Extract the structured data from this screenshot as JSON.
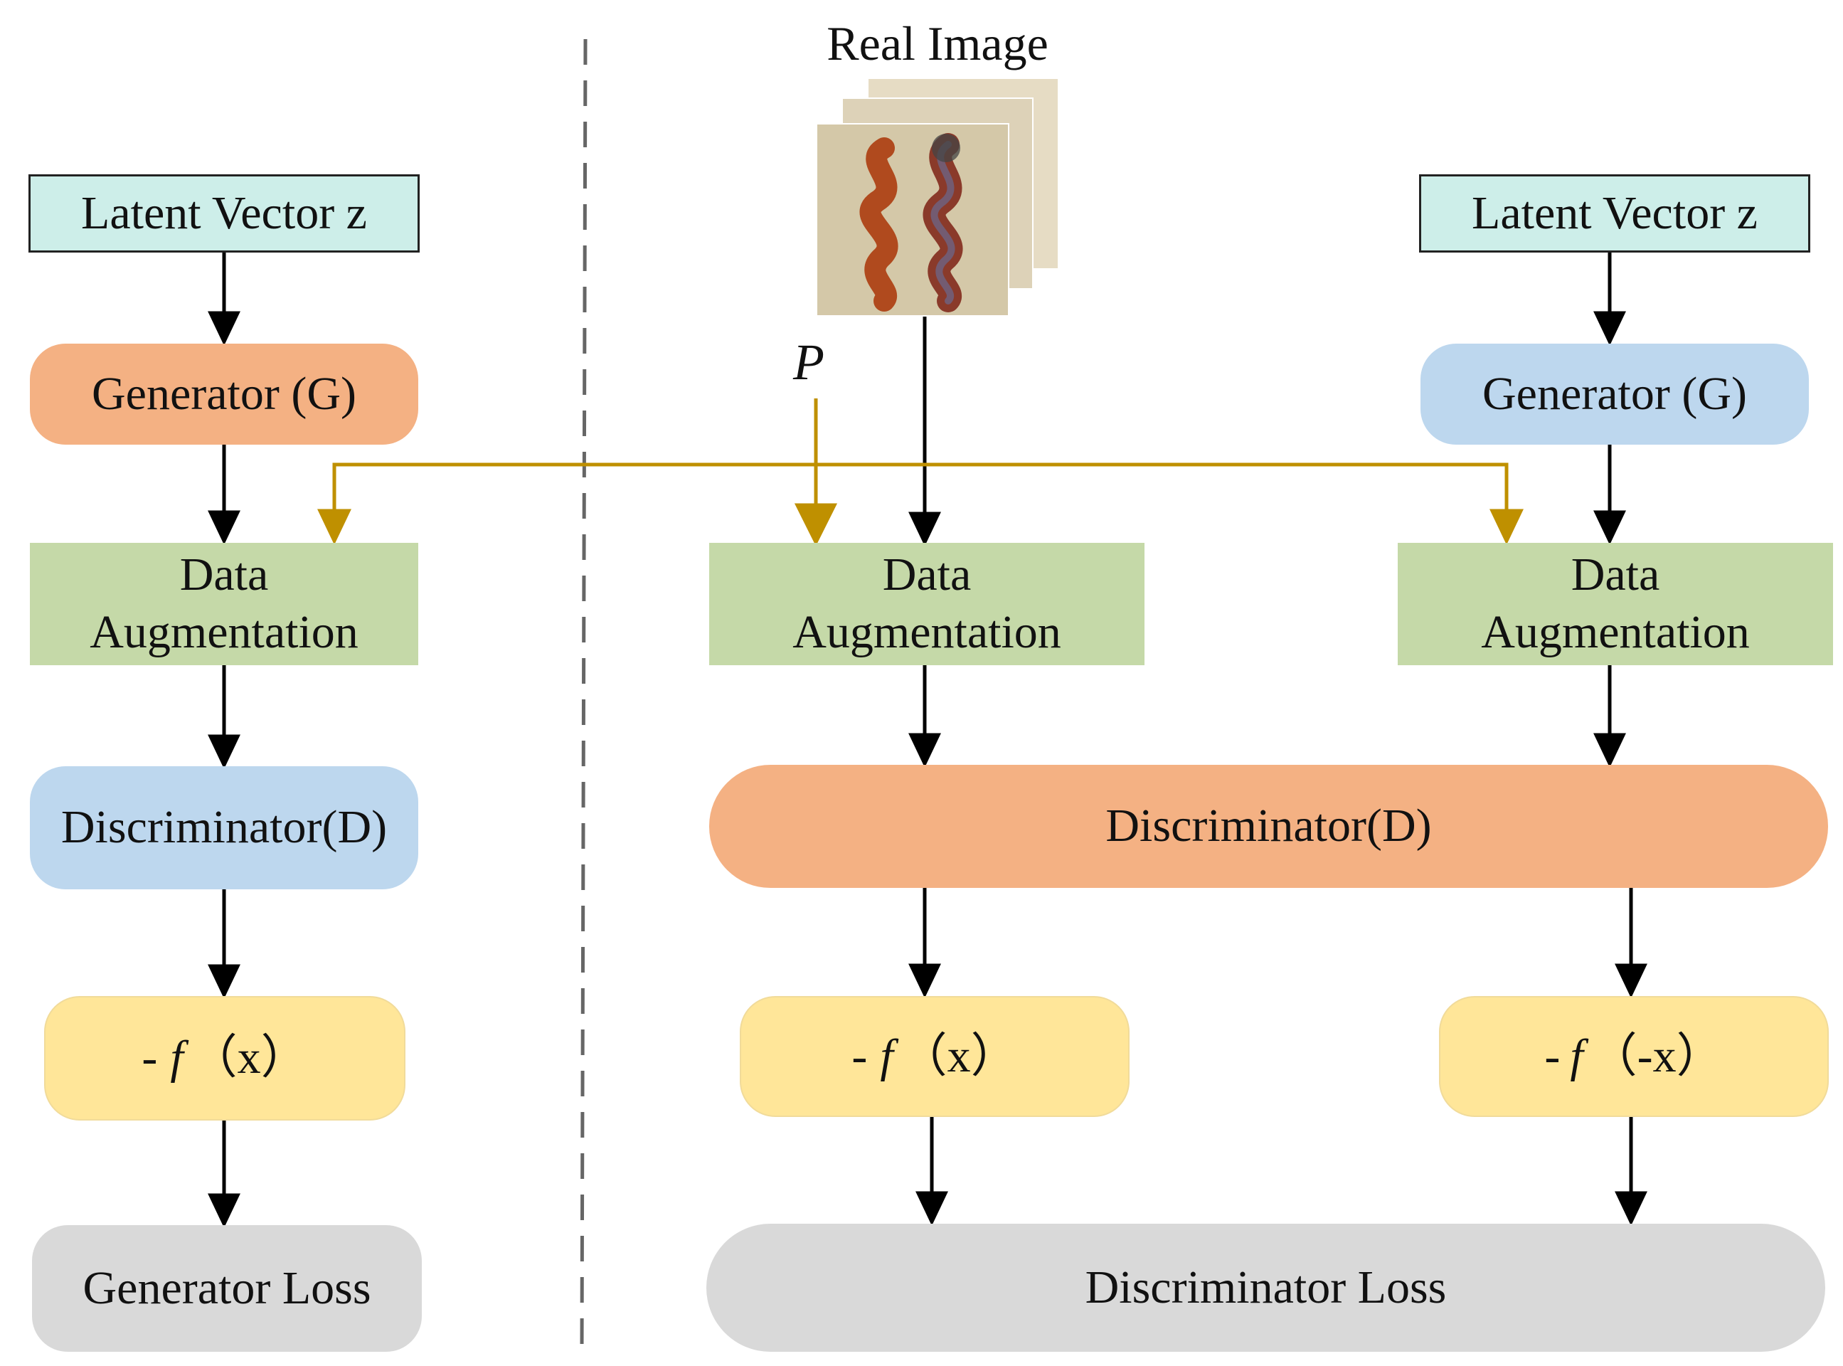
{
  "left": {
    "latent": "Latent Vector z",
    "generator": "Generator (G)",
    "augmentation": [
      "Data",
      "Augmentation"
    ],
    "discriminator": "Discriminator(D)",
    "f_minus": "-",
    "f_symbol": "f",
    "f_arg": "（x）",
    "loss": "Generator Loss"
  },
  "right": {
    "real_image_label": "Real Image",
    "p_label": "P",
    "latent": "Latent Vector z",
    "generator": "Generator (G)",
    "augmentation_real": [
      "Data",
      "Augmentation"
    ],
    "augmentation_fake": [
      "Data",
      "Augmentation"
    ],
    "discriminator": "Discriminator(D)",
    "f_real_minus": "-",
    "f_real_symbol": "f",
    "f_real_arg": "（x）",
    "f_fake_minus": "-",
    "f_fake_symbol": "f",
    "f_fake_arg": "（-x）",
    "loss": "Discriminator Loss"
  },
  "colors": {
    "arrow": "#000000",
    "augment_arrow": "#bf9000",
    "orange": "#f4b183",
    "blue": "#bdd7ee",
    "green": "#c5d9a8",
    "yellow": "#ffe699",
    "gray": "#d9d9d9",
    "latent": "#cdeee9"
  }
}
